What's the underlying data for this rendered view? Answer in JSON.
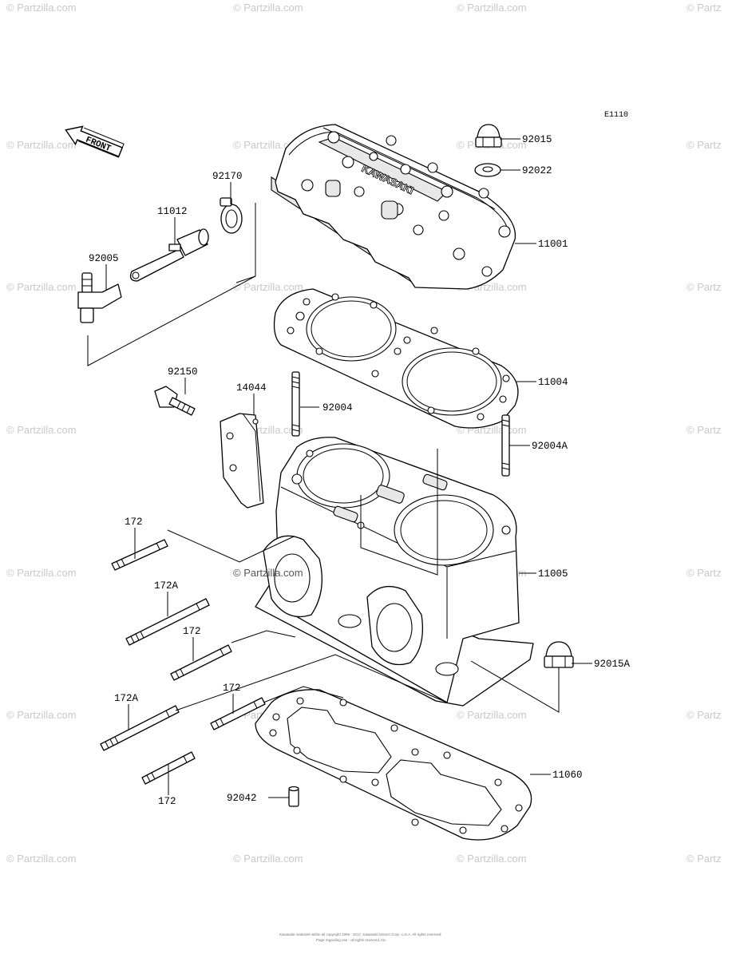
{
  "diagram": {
    "code": "E1110",
    "front_label": "FRONT",
    "callouts": {
      "c92015": "92015",
      "c92022": "92022",
      "c92170": "92170",
      "c11012": "11012",
      "c92005": "92005",
      "c11001": "11001",
      "c11004": "11004",
      "c92150": "92150",
      "c14044": "14044",
      "c92004": "92004",
      "c92004A": "92004A",
      "c172_a": "172",
      "c172A_a": "172A",
      "c172_b": "172",
      "c11005": "11005",
      "c92015A": "92015A",
      "c172_c": "172",
      "c172A_b": "172A",
      "c11060": "11060",
      "c172_d": "172",
      "c92042": "92042"
    },
    "footer": [
      "Kawasaki materials within all copyright 1995 - 2017. Kawasaki Motors Corp, U.S.A. All rights reserved.",
      "Page regarding use - all rights reserved, Inc."
    ]
  },
  "watermark": {
    "text": "© Partzilla.com",
    "edge_text": "© Partz",
    "center_text": "© Partzilla.com"
  }
}
